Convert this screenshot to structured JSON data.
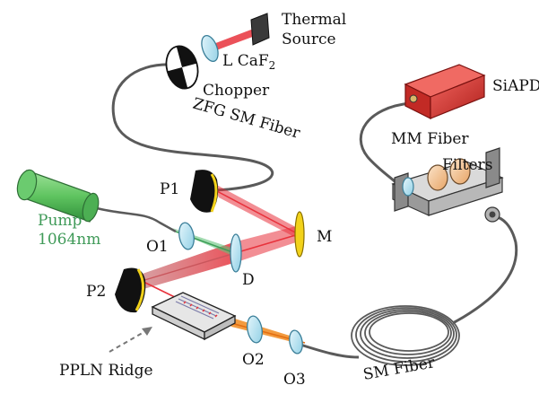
{
  "labels": {
    "thermal_source_line1": "Thermal",
    "thermal_source_line2": "Source",
    "lens_prefix": "L CaF",
    "lens_subscript": "2",
    "chopper": "Chopper",
    "zfg_fiber": "ZFG SM Fiber",
    "p1": "P1",
    "m": "M",
    "pump_line1": "Pump",
    "pump_line2": "1064nm",
    "o1": "O1",
    "d": "D",
    "p2": "P2",
    "pplN_ridge": "PPLN Ridge",
    "o2": "O2",
    "o3": "O3",
    "sm_fiber": "SM Fiber",
    "siapd": "SiAPD",
    "mm_fiber": "MM Fiber",
    "filters": "Filters"
  },
  "colors": {
    "red_beam": "#e8323c",
    "red_beam_light": "#f4a3a8",
    "green_beam": "#63c27a",
    "orange_beam": "#f08a1e",
    "lens_blue": "#bfe6f2",
    "mirror_gold": "#f2d21a",
    "fiber_gray": "#555555",
    "pump_green": "#5fc460",
    "apd_red": "#e0342f"
  }
}
